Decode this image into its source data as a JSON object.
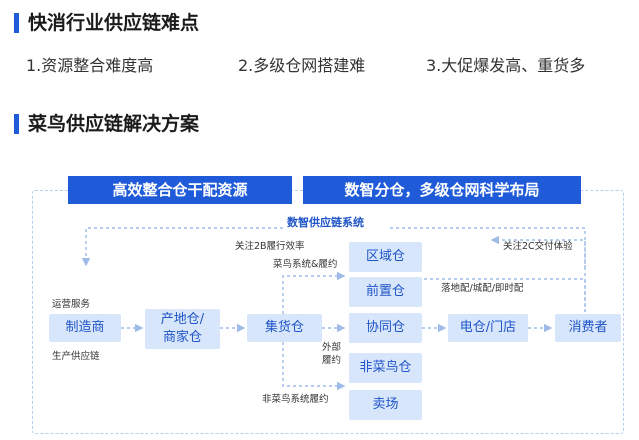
{
  "section1": {
    "title": "快消行业供应链难点",
    "points": [
      "1.资源整合难度高",
      "2.多级仓网搭建难",
      "3.大促爆发高、重货多"
    ]
  },
  "section2": {
    "title": "菜鸟供应链解决方案"
  },
  "diagram": {
    "banner_left": "高效整合仓干配资源",
    "banner_right": "数智分仓，多级仓网科学布局",
    "system_label": "数智供应链系统",
    "nodes": {
      "manufacturer": "制造商",
      "origin_warehouse_line1": "产地仓/",
      "origin_warehouse_line2": "商家仓",
      "consolidation_warehouse": "集货仓",
      "regional_warehouse": "区域仓",
      "forward_warehouse": "前置仓",
      "collab_warehouse": "协同仓",
      "non_cainiao_warehouse": "非菜鸟仓",
      "marketplace": "卖场",
      "ecommerce_store": "电仓/门店",
      "consumer": "消费者"
    },
    "labels": {
      "ops_service": "运营服务",
      "production_supply": "生产供应链",
      "focus_2b": "关注2B履行效率",
      "cainiao_system": "菜鸟系统&履约",
      "focus_2c": "关注2C交付体验",
      "delivery": "落地配/城配/即时配",
      "external_line1": "外部",
      "external_line2": "履约",
      "non_cainiao_system": "非菜鸟系统履约"
    }
  },
  "colors": {
    "accent": "#1f5bd8",
    "node_fill": "#d8e6fb",
    "node_text": "#1f55c8",
    "dashed_line": "#9fbbe8"
  }
}
